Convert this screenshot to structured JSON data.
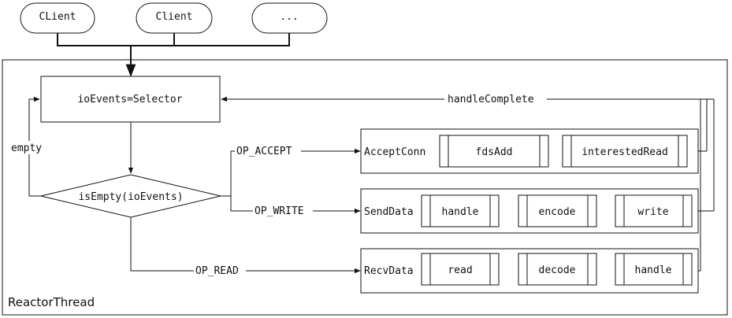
{
  "clients": [
    "CLient",
    "Client",
    "..."
  ],
  "container_label": "ReactorThread",
  "selector_label": "ioEvents=Selector",
  "decision_label": "isEmpty(ioEvents)",
  "edges": {
    "empty": "empty",
    "handle_complete": "handleComplete",
    "op_accept": "OP_ACCEPT",
    "op_write": "OP_WRITE",
    "op_read": "OP_READ"
  },
  "handlers": {
    "accept": {
      "name": "AcceptConn",
      "steps": [
        "fdsAdd",
        "interestedRead"
      ]
    },
    "send": {
      "name": "SendData",
      "steps": [
        "handle",
        "encode",
        "write"
      ]
    },
    "recv": {
      "name": "RecvData",
      "steps": [
        "read",
        "decode",
        "handle"
      ]
    }
  }
}
